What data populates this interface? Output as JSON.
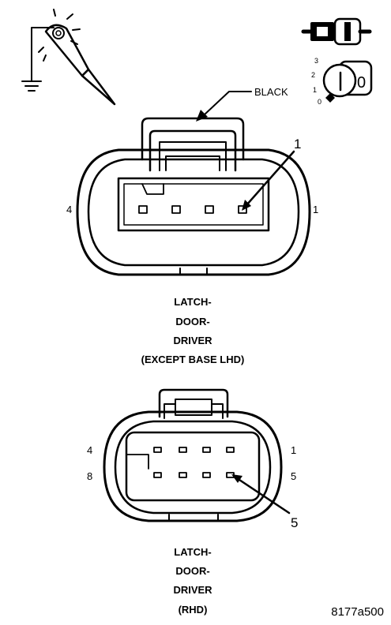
{
  "connector_top": {
    "color_label": "BLACK",
    "callout": "1",
    "pin_left": "4",
    "pin_right": "1",
    "caption": [
      "LATCH-",
      "DOOR-",
      "DRIVER",
      "(EXCEPT BASE LHD)"
    ]
  },
  "connector_bottom": {
    "callout": "5",
    "pin_top_left": "4",
    "pin_top_right": "1",
    "pin_bottom_left": "8",
    "pin_bottom_right": "5",
    "caption": [
      "LATCH-",
      "DOOR-",
      "DRIVER",
      "(RHD)"
    ]
  },
  "ignition": {
    "key_label": "0",
    "positions": [
      "3",
      "2",
      "1",
      "0"
    ]
  },
  "figure_id": "8177a500"
}
